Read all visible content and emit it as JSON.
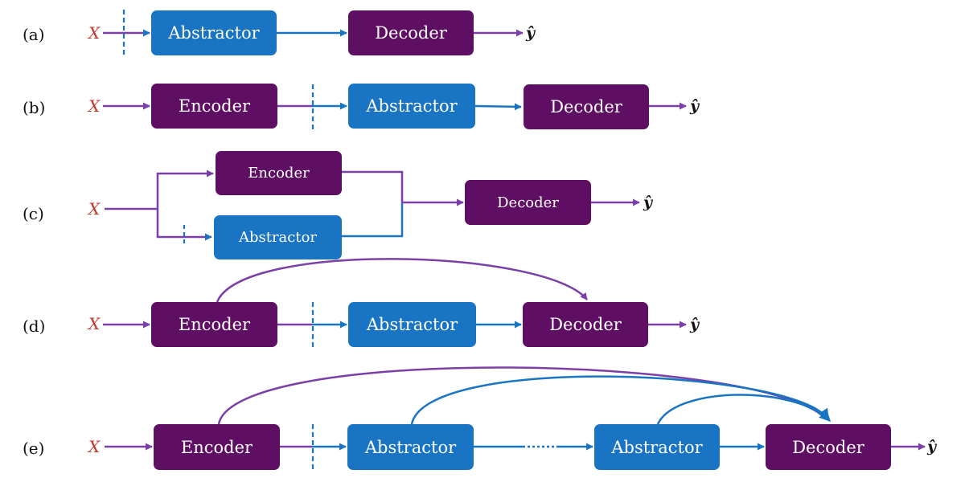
{
  "labels": {
    "a": "(a)",
    "b": "(b)",
    "c": "(c)",
    "d": "(d)",
    "e": "(e)"
  },
  "input": "X",
  "output": "ŷ",
  "modules": {
    "encoder": "Encoder",
    "abstractor": "Abstractor",
    "decoder": "Decoder"
  },
  "colors": {
    "encoder_decoder": "#5f0f63",
    "abstractor": "#1a74c4",
    "purple_arrow": "#7b3fa8",
    "blue_arrow": "#1a74c4",
    "input_text": "#c0392b"
  }
}
